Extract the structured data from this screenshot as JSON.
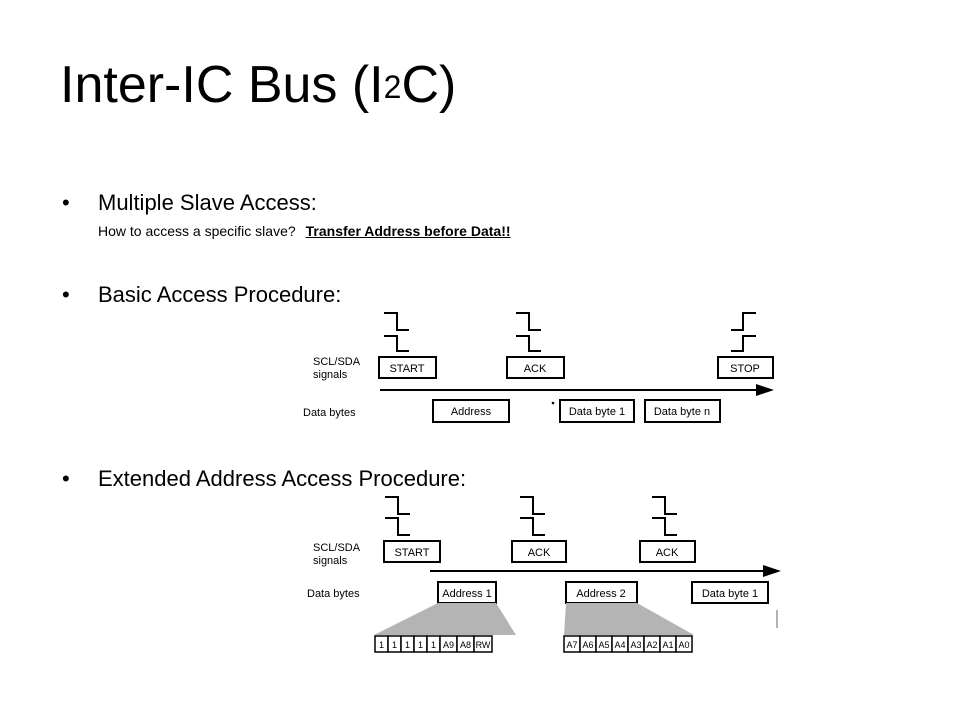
{
  "slide": {
    "title_main": "Inter-IC Bus (I",
    "title_sup": "2",
    "title_end": "C)",
    "bullets": [
      {
        "text": "Multiple Slave Access:",
        "sub_question": "How to access a specific slave?",
        "sub_answer": "Transfer Address before Data!!"
      },
      {
        "text": "Basic Access Procedure:"
      },
      {
        "text": "Extended Address Access Procedure:"
      }
    ],
    "bullet_glyph": "•"
  },
  "diagram1": {
    "row_label_signals_1": "SCL/SDA",
    "row_label_signals_2": "signals",
    "row_label_data": "Data bytes",
    "start": "START",
    "ack": "ACK",
    "stop": "STOP",
    "address": "Address",
    "data_byte_1": "Data byte 1",
    "data_byte_n": "Data byte n"
  },
  "diagram2": {
    "row_label_signals_1": "SCL/SDA",
    "row_label_signals_2": "signals",
    "row_label_data": "Data bytes",
    "start": "START",
    "ack_1": "ACK",
    "ack_2": "ACK",
    "address_1": "Address 1",
    "address_2": "Address 2",
    "data_byte_1": "Data byte 1",
    "bits_1": [
      "1",
      "1",
      "1",
      "1",
      "1",
      "A9",
      "A8",
      "RW"
    ],
    "bits_2": [
      "A7",
      "A6",
      "A5",
      "A4",
      "A3",
      "A2",
      "A1",
      "A0"
    ]
  }
}
